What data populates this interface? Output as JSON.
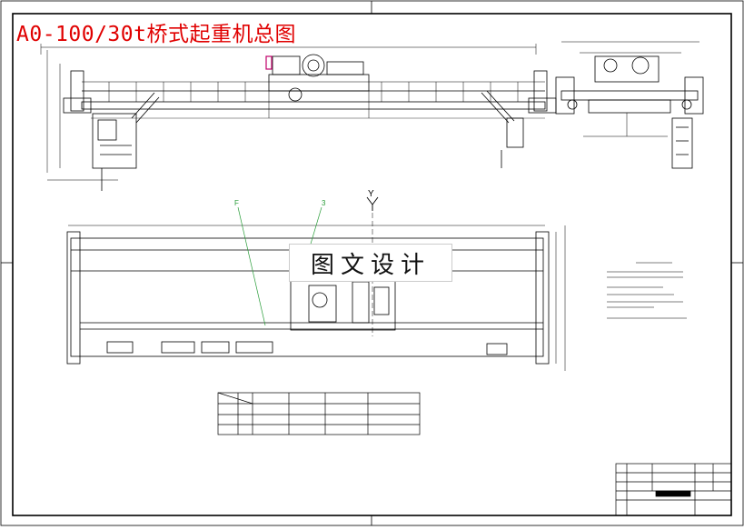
{
  "drawing": {
    "title": "A0-100/30t桥式起重机总图",
    "watermark": "图文设计",
    "callouts": [
      "F",
      "3"
    ],
    "section_mark": "Y"
  },
  "colors": {
    "title": "#e00000",
    "lines": "#000000",
    "callout_leader": "#2a9d3a",
    "hook_marker": "#c0006a"
  },
  "icons": {
    "section_mark": "section-arrow-icon",
    "hook_marker": "hook-marker-icon"
  }
}
